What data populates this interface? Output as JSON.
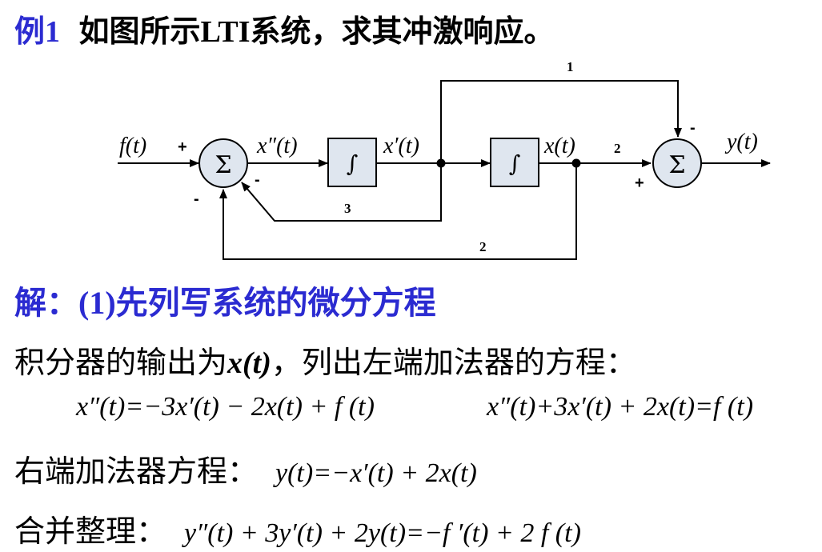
{
  "title": {
    "label": "例1",
    "text": "如图所示LTI系统，求其冲激响应。"
  },
  "diagram": {
    "input_label": "f(t)",
    "output_label": "y(t)",
    "signal_x2": "x″(t)",
    "signal_x1": "x′(t)",
    "signal_x0": "x(t)",
    "sum_symbol": "Σ",
    "integrator_symbol": "∫",
    "gain_top": "1",
    "gain_mid": "2",
    "gain_fb1": "3",
    "gain_fb2": "2",
    "sign_in_plus": "+",
    "sign_left_minus1": "-",
    "sign_left_minus2": "-",
    "sign_right_minus": "-",
    "sign_right_plus": "+"
  },
  "solution": {
    "heading": "解：(1)先列写系统的微分方程",
    "line1_prefix": "积分器的输出为",
    "line1_var": "x(t)",
    "line1_suffix": "，列出左端加法器的方程：",
    "eq_left": "x″(t)=−3x′(t) − 2x(t) + f (t)",
    "eq_right": "x″(t)+3x′(t) + 2x(t)=f (t)",
    "right_adder_label": "右端加法器方程：",
    "right_adder_eq": "y(t)=−x′(t) + 2x(t)",
    "combine_label": "合并整理：",
    "combine_eq": "y″(t) + 3y′(t) + 2y(t)=−f ′(t) + 2 f (t)"
  }
}
